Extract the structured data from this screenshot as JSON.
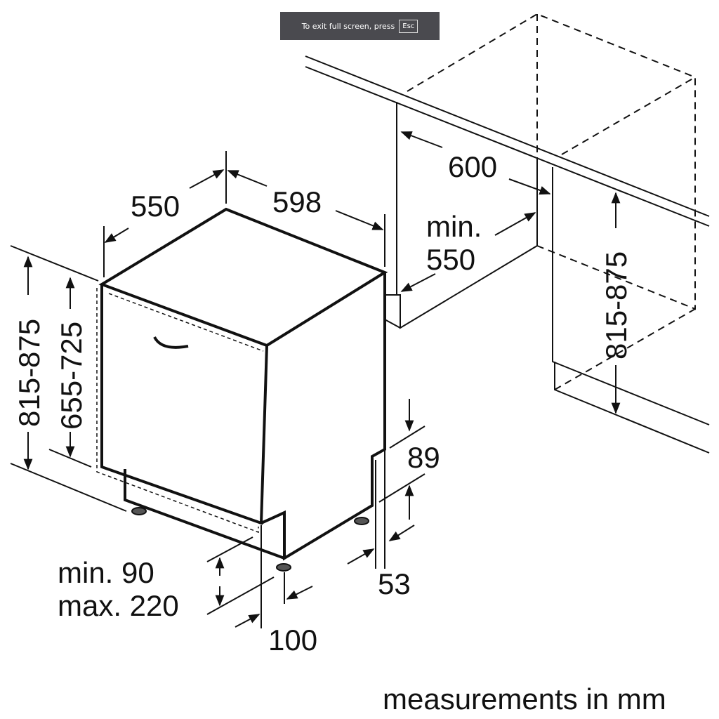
{
  "toast": {
    "message": "To exit full screen, press",
    "key": "Esc"
  },
  "dimensions": {
    "depth": "550",
    "width": "598",
    "cabinet_width": "600",
    "cabinet_depth_line1": "min.",
    "cabinet_depth_line2": "550",
    "cabinet_height": "815-875",
    "height_total": "815-875",
    "height_body": "655-725",
    "plinth_top": "89",
    "plinth_bottom": "53",
    "foot_line1": "min. 90",
    "foot_line2": "max. 220",
    "foot_offset": "100"
  },
  "caption": "measurements in mm"
}
